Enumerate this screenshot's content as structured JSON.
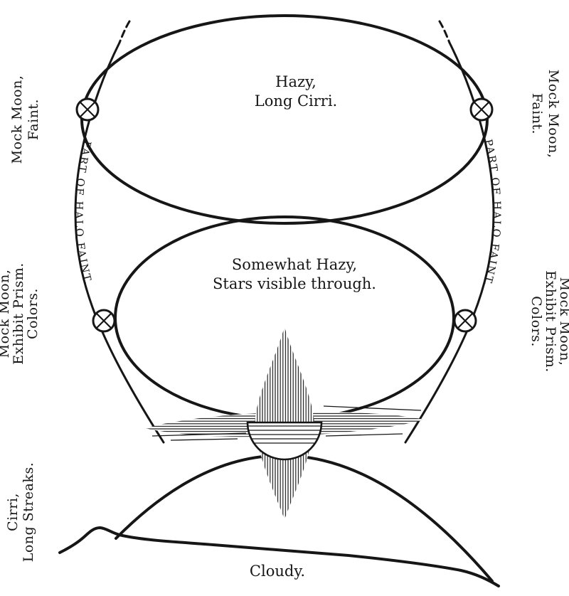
{
  "colors": {
    "ink": "#161616",
    "paper": "#ffffff"
  },
  "annotations": {
    "center_top": {
      "line1": "Hazy,",
      "line2": "Long Cirri."
    },
    "center_middle": {
      "line1": "Somewhat Hazy,",
      "line2": "Stars visible through."
    },
    "bottom_center": "Cloudy.",
    "halo_arc_left": "PART OF HALO FAINT.",
    "halo_arc_right": "PART OF HALO FAINT.",
    "left_top": {
      "line1": "Mock Moon,",
      "line2": "Faint."
    },
    "left_middle": {
      "line1": "Mock Moon,",
      "line2": "Exhibit Prism.",
      "line3": "Colors."
    },
    "left_bottom": {
      "line1": "Cirri,",
      "line2": "Long Streaks."
    },
    "right_top": {
      "line1": "Mock Moon,",
      "line2": "Faint."
    },
    "right_middle": {
      "line1": "Mock Moon,",
      "line2": "Exhibit Prism.",
      "line3": "Colors."
    }
  },
  "symbols": {
    "mock_moon_marker": "crossed-circle",
    "mock_moon_count": 4
  }
}
